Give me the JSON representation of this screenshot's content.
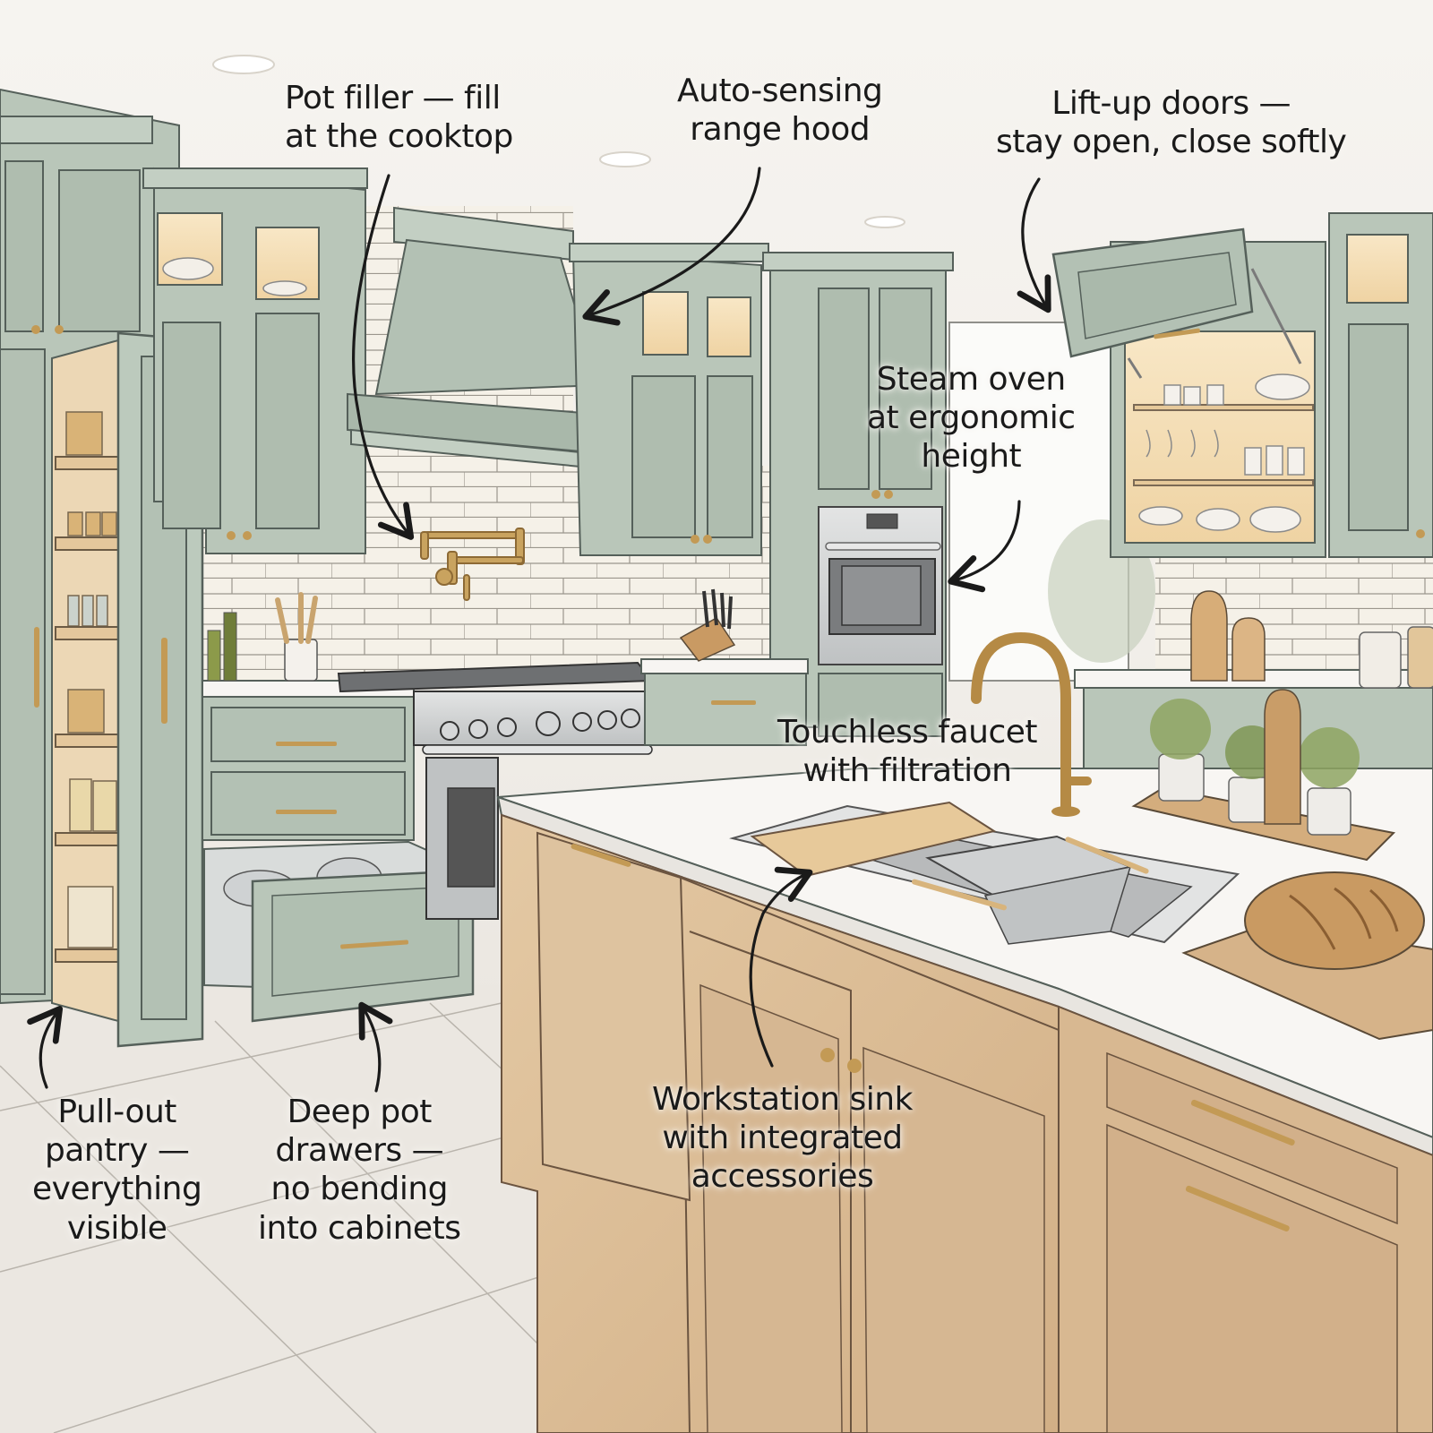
{
  "illustration": {
    "subject": "Ergonomic kitchen features",
    "palette": {
      "sage_cabinet": "#b9c6b9",
      "sage_dark": "#9fae9f",
      "oak_island": "#dcbf9a",
      "oak_dark": "#c9a47a",
      "brass": "#c39a55",
      "counter": "#f7f5f2",
      "backsplash": "#f3efe6",
      "warm_light": "#f6dfb5",
      "steel": "#c9cbcc",
      "ink": "#1a1a1a",
      "floor": "#e8e4de"
    }
  },
  "callouts": [
    {
      "id": "pot-filler",
      "lines": [
        "Pot filler — fill",
        "at the cooktop"
      ]
    },
    {
      "id": "range-hood",
      "lines": [
        "Auto-sensing",
        "range hood"
      ]
    },
    {
      "id": "lift-up-doors",
      "lines": [
        "Lift-up doors —",
        "stay open, close softly"
      ]
    },
    {
      "id": "steam-oven",
      "lines": [
        "Steam oven",
        "at ergonomic",
        "height"
      ]
    },
    {
      "id": "touchless-faucet",
      "lines": [
        "Touchless faucet",
        "with filtration"
      ]
    },
    {
      "id": "pull-out-pantry",
      "lines": [
        "Pull-out",
        "pantry —",
        "everything",
        "visible"
      ]
    },
    {
      "id": "deep-pot-drawers",
      "lines": [
        "Deep pot",
        "drawers —",
        "no bending",
        "into cabinets"
      ]
    },
    {
      "id": "workstation-sink",
      "lines": [
        "Workstation sink",
        "with integrated",
        "accessories"
      ]
    }
  ]
}
